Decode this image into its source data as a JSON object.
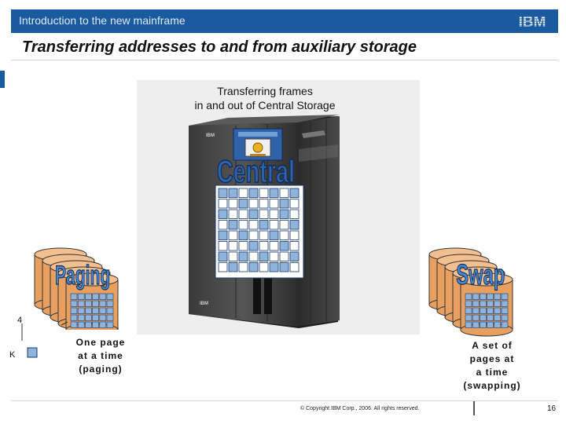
{
  "header": {
    "course_title": "Introduction to the new mainframe",
    "logo_text": "IBM"
  },
  "slide": {
    "title": "Transferring addresses to and from auxiliary storage"
  },
  "diagram": {
    "caption_lines": [
      "Transferring frames",
      "in and out of Central Storage"
    ],
    "central_label": "Central",
    "paging_label": "Paging",
    "swap_label": "Swap",
    "server_badge": "IBM",
    "page_size_number": "4",
    "page_size_unit": "K",
    "paging_desc_lines": [
      "One page",
      "at a time",
      "(paging)"
    ],
    "swap_desc_lines": [
      "A set of",
      "pages at",
      "a time",
      "(swapping)"
    ]
  },
  "footer": {
    "copyright": "© Copyright IBM Corp., 2006. All rights reserved.",
    "page_number": "16"
  },
  "colors": {
    "header_bg": "#1a5a9e",
    "drum": "#e8a060",
    "grid_cell": "#8fb4dc",
    "central_label": "#2f62a8",
    "label_fill": "#4a86c8"
  }
}
